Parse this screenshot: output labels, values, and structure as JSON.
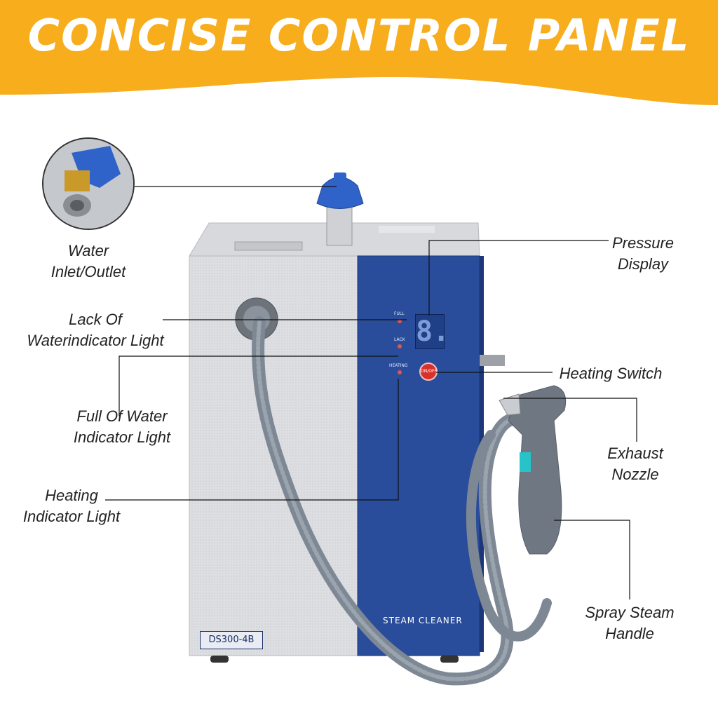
{
  "banner": {
    "title": "CONCISE CONTROL PANEL",
    "color": "#f7ad1c"
  },
  "callouts": {
    "water_inlet": [
      "Water",
      "Inlet/Outlet"
    ],
    "lack_of_water": [
      "Lack Of",
      "Waterindicator Light"
    ],
    "full_of_water": [
      "Full Of Water",
      "Indicator Light"
    ],
    "heating_indicator": [
      "Heating",
      "Indicator Light"
    ],
    "pressure_display": [
      "Pressure",
      "Display"
    ],
    "heating_switch": [
      "Heating Switch"
    ],
    "exhaust_nozzle": [
      "Exhaust",
      "Nozzle"
    ],
    "spray_handle": [
      "Spray Steam",
      "Handle"
    ]
  },
  "device": {
    "model_tag": "DS300-4B",
    "brand_text": "STEAM CLEANER",
    "indicator_full": "FULL",
    "indicator_lack": "LACK",
    "indicator_heating": "HEATING",
    "switch_label": "ON/OFF",
    "display_digit": "8.",
    "panel_color": "#2a4d9b",
    "body_color": "#dcdee2",
    "hose_color": "#7d8894"
  }
}
